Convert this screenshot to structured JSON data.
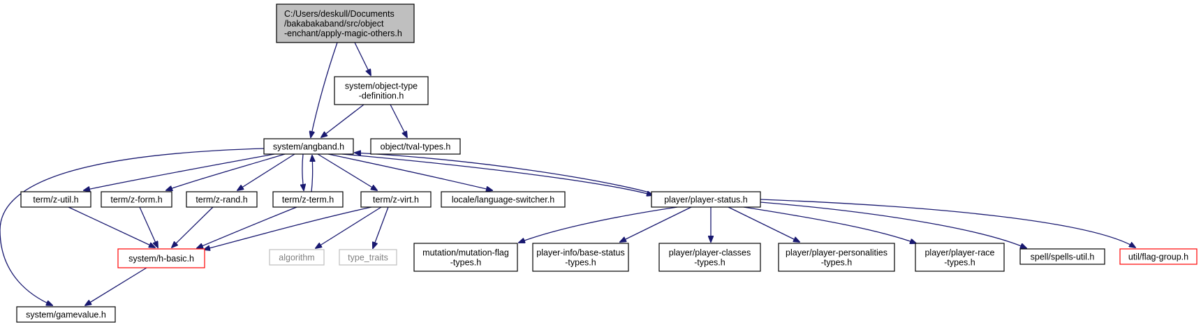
{
  "diagram": {
    "nodes": [
      {
        "id": "root",
        "lines": [
          "C:/Users/deskull/Documents",
          "/bakabakaband/src/object",
          "-enchant/apply-magic-others.h"
        ],
        "style": "root"
      },
      {
        "id": "objtype",
        "lines": [
          "system/object-type",
          "-definition.h"
        ],
        "style": "normal"
      },
      {
        "id": "angband",
        "lines": [
          "system/angband.h"
        ],
        "style": "normal"
      },
      {
        "id": "tval",
        "lines": [
          "object/tval-types.h"
        ],
        "style": "normal"
      },
      {
        "id": "zutil",
        "lines": [
          "term/z-util.h"
        ],
        "style": "normal"
      },
      {
        "id": "zform",
        "lines": [
          "term/z-form.h"
        ],
        "style": "normal"
      },
      {
        "id": "zrand",
        "lines": [
          "term/z-rand.h"
        ],
        "style": "normal"
      },
      {
        "id": "zterm",
        "lines": [
          "term/z-term.h"
        ],
        "style": "normal"
      },
      {
        "id": "zvirt",
        "lines": [
          "term/z-virt.h"
        ],
        "style": "normal"
      },
      {
        "id": "lang",
        "lines": [
          "locale/language-switcher.h"
        ],
        "style": "normal"
      },
      {
        "id": "pstatus",
        "lines": [
          "player/player-status.h"
        ],
        "style": "normal"
      },
      {
        "id": "hbasic",
        "lines": [
          "system/h-basic.h"
        ],
        "style": "red"
      },
      {
        "id": "algorithm",
        "lines": [
          "algorithm"
        ],
        "style": "gray"
      },
      {
        "id": "typetraits",
        "lines": [
          "type_traits"
        ],
        "style": "gray"
      },
      {
        "id": "mutation",
        "lines": [
          "mutation/mutation-flag",
          "-types.h"
        ],
        "style": "normal"
      },
      {
        "id": "basestatus",
        "lines": [
          "player-info/base-status",
          "-types.h"
        ],
        "style": "normal"
      },
      {
        "id": "pclasses",
        "lines": [
          "player/player-classes",
          "-types.h"
        ],
        "style": "normal"
      },
      {
        "id": "ppers",
        "lines": [
          "player/player-personalities",
          "-types.h"
        ],
        "style": "normal"
      },
      {
        "id": "prace",
        "lines": [
          "player/player-race",
          "-types.h"
        ],
        "style": "normal"
      },
      {
        "id": "spells",
        "lines": [
          "spell/spells-util.h"
        ],
        "style": "normal"
      },
      {
        "id": "flaggroup",
        "lines": [
          "util/flag-group.h"
        ],
        "style": "red"
      },
      {
        "id": "gamevalue",
        "lines": [
          "system/gamevalue.h"
        ],
        "style": "normal"
      }
    ],
    "edges": [
      {
        "from": "root",
        "to": "angband"
      },
      {
        "from": "root",
        "to": "objtype"
      },
      {
        "from": "objtype",
        "to": "angband"
      },
      {
        "from": "objtype",
        "to": "tval"
      },
      {
        "from": "angband",
        "to": "gamevalue"
      },
      {
        "from": "angband",
        "to": "zutil"
      },
      {
        "from": "angband",
        "to": "zform"
      },
      {
        "from": "angband",
        "to": "zrand"
      },
      {
        "from": "angband",
        "to": "zterm"
      },
      {
        "from": "zterm",
        "to": "angband"
      },
      {
        "from": "angband",
        "to": "zvirt"
      },
      {
        "from": "angband",
        "to": "lang"
      },
      {
        "from": "angband",
        "to": "pstatus"
      },
      {
        "from": "pstatus",
        "to": "angband"
      },
      {
        "from": "zutil",
        "to": "hbasic"
      },
      {
        "from": "zform",
        "to": "hbasic"
      },
      {
        "from": "zrand",
        "to": "hbasic"
      },
      {
        "from": "zterm",
        "to": "hbasic"
      },
      {
        "from": "zvirt",
        "to": "hbasic"
      },
      {
        "from": "zvirt",
        "to": "algorithm"
      },
      {
        "from": "zvirt",
        "to": "typetraits"
      },
      {
        "from": "hbasic",
        "to": "gamevalue"
      },
      {
        "from": "pstatus",
        "to": "mutation"
      },
      {
        "from": "pstatus",
        "to": "basestatus"
      },
      {
        "from": "pstatus",
        "to": "pclasses"
      },
      {
        "from": "pstatus",
        "to": "ppers"
      },
      {
        "from": "pstatus",
        "to": "prace"
      },
      {
        "from": "pstatus",
        "to": "spells"
      },
      {
        "from": "pstatus",
        "to": "flaggroup"
      }
    ]
  }
}
